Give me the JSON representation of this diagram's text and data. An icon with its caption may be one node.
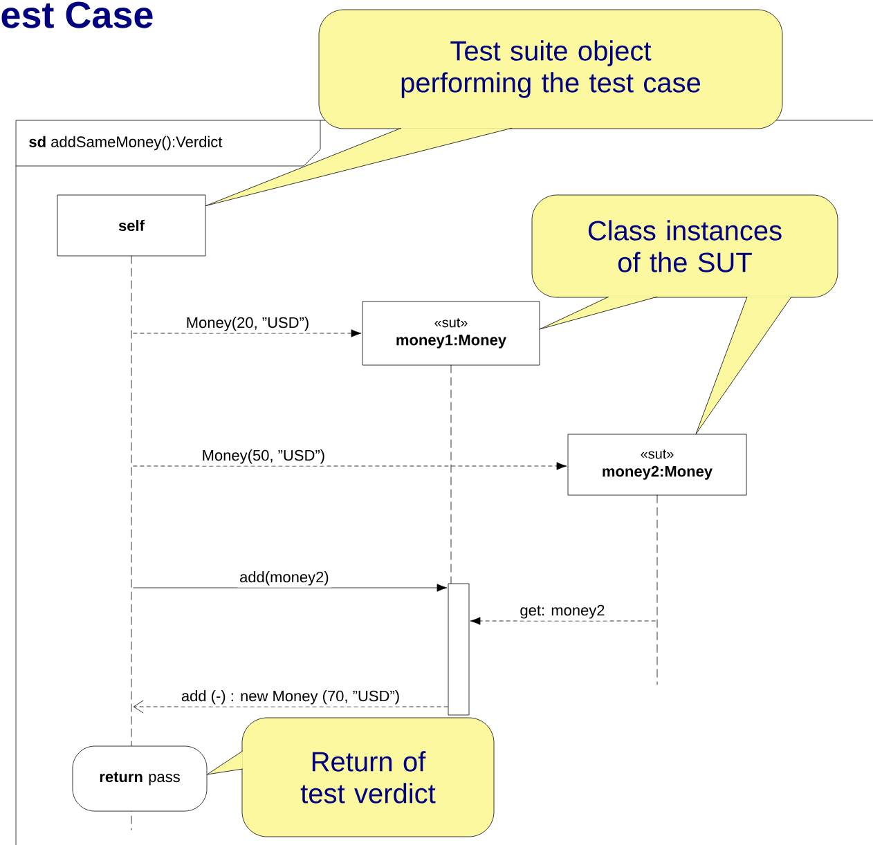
{
  "diagram": {
    "title": "est Case",
    "nodes": [
      {
        "text": [
          "**sd** addSameMoney():Verdict"
        ]
      },
      {
        "text": [
          "self"
        ],
        "in": 0
      },
      {
        "text": [
          "«sut»",
          "money1:Money"
        ],
        "in": 0
      },
      {
        "text": [
          "«sut»",
          "money2:Money"
        ],
        "in": 0
      },
      {
        "text": [],
        "shape": "line",
        "in": 0
      },
      {
        "text": [],
        "shape": "line",
        "in": 0
      },
      {
        "text": [],
        "shape": "line",
        "in": 0
      },
      {
        "text": [],
        "shape": "bar",
        "in": 0
      },
      {
        "text": [
          "**return** pass"
        ],
        "in": 0
      },
      {
        "text": [
          "Test suite object performing the test case"
        ]
      },
      {
        "text": [
          "Class instances of the SUT"
        ],
        "in": 0
      },
      {
        "text": [
          "Return of test verdict"
        ],
        "in": 0
      }
    ],
    "edges": [
      {
        "from": 4,
        "to": 2,
        "arrow": "to",
        "label": "Money(20, ”USD”)",
        "style": "dashed"
      },
      {
        "from": 4,
        "to": 3,
        "arrow": "to",
        "label": "Money(50, ”USD”)",
        "style": "dashed"
      },
      {
        "from": 4,
        "to": 7,
        "arrow": "to",
        "label": "add(money2)"
      },
      {
        "from": 6,
        "to": 7,
        "arrow": "to",
        "label": "get: money2",
        "style": "dashed"
      },
      {
        "from": 7,
        "to": 4,
        "arrow": "to",
        "label": "add (-) : new Money (70, ”USD”)",
        "style": "dashed"
      },
      {
        "from": 9,
        "to": 1,
        "arrow": "none"
      },
      {
        "from": 10,
        "to": 2,
        "arrow": "none"
      },
      {
        "from": 10,
        "to": 3,
        "arrow": "none"
      },
      {
        "from": 11,
        "to": 8,
        "arrow": "none"
      }
    ]
  }
}
